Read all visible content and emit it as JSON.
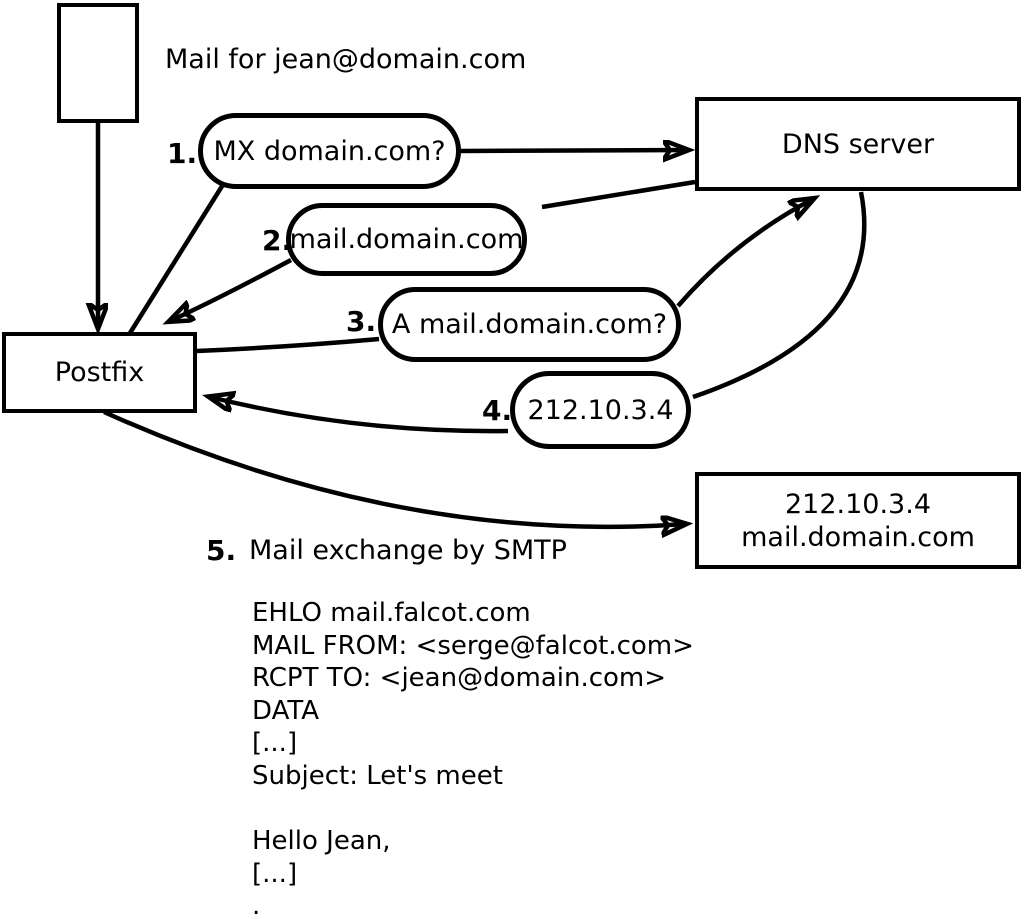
{
  "canvas": {
    "background": "#ffffff",
    "ink": "#000000"
  },
  "annotation": {
    "mail_note": "Mail for jean@domain.com"
  },
  "nodes": {
    "postfix": {
      "label": "Postfix"
    },
    "dns_server": {
      "label": "DNS server"
    },
    "mail_server": {
      "line1": "212.10.3.4",
      "line2": "mail.domain.com"
    }
  },
  "steps": [
    {
      "num": "1.",
      "label": "MX domain.com?"
    },
    {
      "num": "2.",
      "label": "mail.domain.com"
    },
    {
      "num": "3.",
      "label": "A mail.domain.com?"
    },
    {
      "num": "4.",
      "label": "212.10.3.4"
    },
    {
      "num": "5.",
      "label": "Mail exchange by SMTP"
    }
  ],
  "smtp_session": {
    "lines": [
      "EHLO mail.falcot.com",
      "MAIL FROM: <serge@falcot.com>",
      "RCPT TO: <jean@domain.com>",
      "DATA",
      "[...]",
      "Subject: Let's meet",
      "",
      "Hello Jean,",
      "[...]",
      "."
    ]
  }
}
